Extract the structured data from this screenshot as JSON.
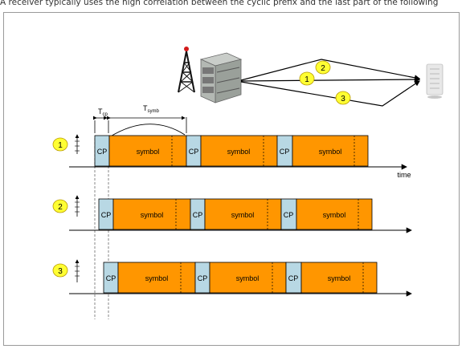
{
  "caption": "A receiver typically uses the high correlation between the cyclic prefix and the last part of the following",
  "labels": {
    "t_cp_main": "T",
    "t_cp_sub": "cp",
    "t_symb_main": "T",
    "t_symb_sub": "symb",
    "time_axis": "time"
  },
  "paths": [
    "1",
    "2",
    "3"
  ],
  "rows": [
    {
      "number": "1",
      "segments": [
        {
          "cp": "CP",
          "symbol": "symbol"
        },
        {
          "cp": "CP",
          "symbol": "symbol"
        },
        {
          "cp": "CP",
          "symbol": "symbol"
        }
      ]
    },
    {
      "number": "2",
      "segments": [
        {
          "cp": "CP",
          "symbol": "symbol"
        },
        {
          "cp": "CP",
          "symbol": "symbol"
        },
        {
          "cp": "CP",
          "symbol": "symbol"
        }
      ]
    },
    {
      "number": "3",
      "segments": [
        {
          "cp": "CP",
          "symbol": "symbol"
        },
        {
          "cp": "CP",
          "symbol": "symbol"
        },
        {
          "cp": "CP",
          "symbol": "symbol"
        }
      ]
    }
  ],
  "colors": {
    "cp_fill": "#b8d8e4",
    "symbol_fill": "#ff9600",
    "badge_fill": "#ffff33",
    "badge_stroke": "#b89a00",
    "line": "#000000"
  }
}
